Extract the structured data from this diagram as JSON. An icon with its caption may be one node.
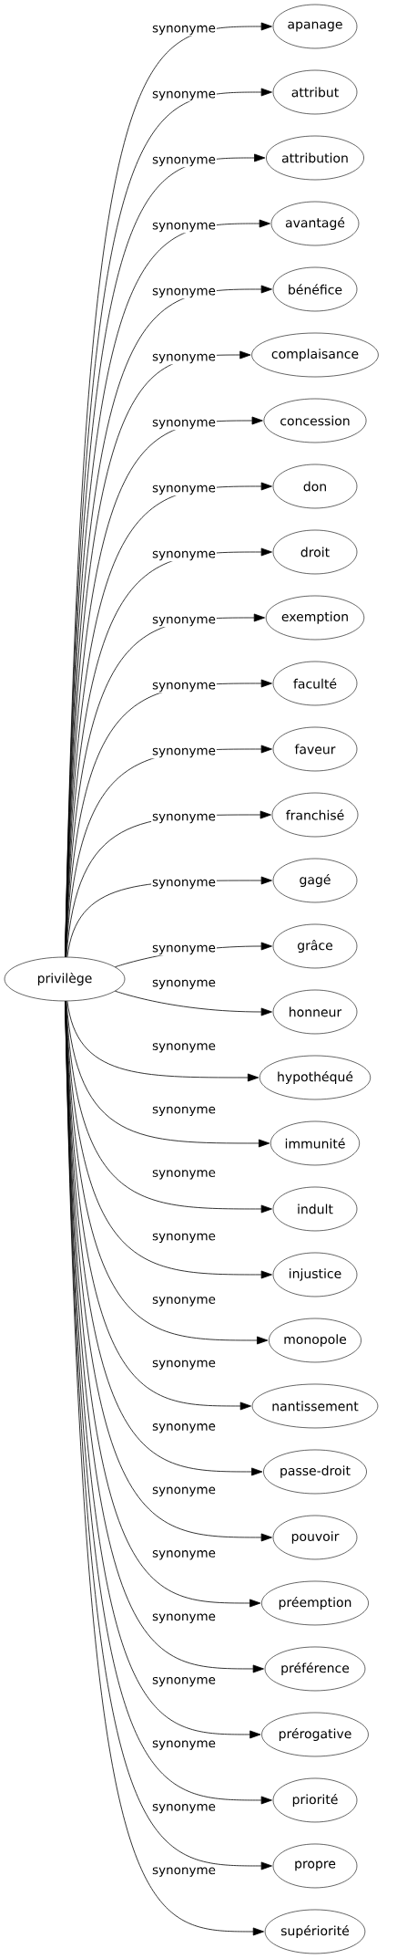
{
  "diagram": {
    "nodes": [
      {
        "text": [
          "privilège"
        ]
      },
      {
        "text": [
          "apanage"
        ]
      },
      {
        "text": [
          "attribut"
        ]
      },
      {
        "text": [
          "attribution"
        ]
      },
      {
        "text": [
          "avantagé"
        ]
      },
      {
        "text": [
          "bénéfice"
        ]
      },
      {
        "text": [
          "complaisance"
        ]
      },
      {
        "text": [
          "concession"
        ]
      },
      {
        "text": [
          "don"
        ]
      },
      {
        "text": [
          "droit"
        ]
      },
      {
        "text": [
          "exemption"
        ]
      },
      {
        "text": [
          "faculté"
        ]
      },
      {
        "text": [
          "faveur"
        ]
      },
      {
        "text": [
          "franchisé"
        ]
      },
      {
        "text": [
          "gagé"
        ]
      },
      {
        "text": [
          "grâce"
        ]
      },
      {
        "text": [
          "honneur"
        ]
      },
      {
        "text": [
          "hypothéqué"
        ]
      },
      {
        "text": [
          "immunité"
        ]
      },
      {
        "text": [
          "indult"
        ]
      },
      {
        "text": [
          "injustice"
        ]
      },
      {
        "text": [
          "monopole"
        ]
      },
      {
        "text": [
          "nantissement"
        ]
      },
      {
        "text": [
          "passe-droit"
        ]
      },
      {
        "text": [
          "pouvoir"
        ]
      },
      {
        "text": [
          "préemption"
        ]
      },
      {
        "text": [
          "préférence"
        ]
      },
      {
        "text": [
          "prérogative"
        ]
      },
      {
        "text": [
          "priorité"
        ]
      },
      {
        "text": [
          "propre"
        ]
      },
      {
        "text": [
          "supériorité"
        ]
      }
    ],
    "edges": [
      {
        "from": 0,
        "to": 1,
        "arrow": "to",
        "label": "synonyme"
      },
      {
        "from": 0,
        "to": 2,
        "arrow": "to",
        "label": "synonyme"
      },
      {
        "from": 0,
        "to": 3,
        "arrow": "to",
        "label": "synonyme"
      },
      {
        "from": 0,
        "to": 4,
        "arrow": "to",
        "label": "synonyme"
      },
      {
        "from": 0,
        "to": 5,
        "arrow": "to",
        "label": "synonyme"
      },
      {
        "from": 0,
        "to": 6,
        "arrow": "to",
        "label": "synonyme"
      },
      {
        "from": 0,
        "to": 7,
        "arrow": "to",
        "label": "synonyme"
      },
      {
        "from": 0,
        "to": 8,
        "arrow": "to",
        "label": "synonyme"
      },
      {
        "from": 0,
        "to": 9,
        "arrow": "to",
        "label": "synonyme"
      },
      {
        "from": 0,
        "to": 10,
        "arrow": "to",
        "label": "synonyme"
      },
      {
        "from": 0,
        "to": 11,
        "arrow": "to",
        "label": "synonyme"
      },
      {
        "from": 0,
        "to": 12,
        "arrow": "to",
        "label": "synonyme"
      },
      {
        "from": 0,
        "to": 13,
        "arrow": "to",
        "label": "synonyme"
      },
      {
        "from": 0,
        "to": 14,
        "arrow": "to",
        "label": "synonyme"
      },
      {
        "from": 0,
        "to": 15,
        "arrow": "to",
        "label": "synonyme"
      },
      {
        "from": 0,
        "to": 16,
        "arrow": "to",
        "label": "synonyme"
      },
      {
        "from": 0,
        "to": 17,
        "arrow": "to",
        "label": "synonyme"
      },
      {
        "from": 0,
        "to": 18,
        "arrow": "to",
        "label": "synonyme"
      },
      {
        "from": 0,
        "to": 19,
        "arrow": "to",
        "label": "synonyme"
      },
      {
        "from": 0,
        "to": 20,
        "arrow": "to",
        "label": "synonyme"
      },
      {
        "from": 0,
        "to": 21,
        "arrow": "to",
        "label": "synonyme"
      },
      {
        "from": 0,
        "to": 22,
        "arrow": "to",
        "label": "synonyme"
      },
      {
        "from": 0,
        "to": 23,
        "arrow": "to",
        "label": "synonyme"
      },
      {
        "from": 0,
        "to": 24,
        "arrow": "to",
        "label": "synonyme"
      },
      {
        "from": 0,
        "to": 25,
        "arrow": "to",
        "label": "synonyme"
      },
      {
        "from": 0,
        "to": 26,
        "arrow": "to",
        "label": "synonyme"
      },
      {
        "from": 0,
        "to": 27,
        "arrow": "to",
        "label": "synonyme"
      },
      {
        "from": 0,
        "to": 28,
        "arrow": "to",
        "label": "synonyme"
      },
      {
        "from": 0,
        "to": 29,
        "arrow": "to",
        "label": "synonyme"
      },
      {
        "from": 0,
        "to": 30,
        "arrow": "to",
        "label": "synonyme"
      }
    ]
  }
}
